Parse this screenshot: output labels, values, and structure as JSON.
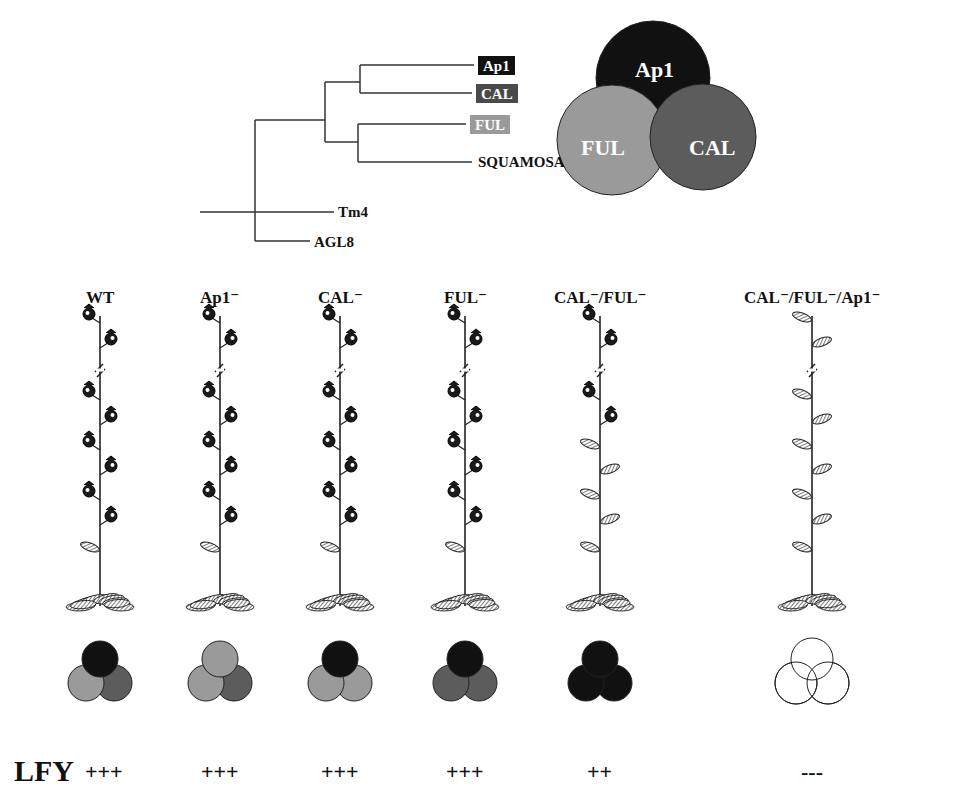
{
  "diagram": {
    "nodes": [
      {
        "text": [
          "Ap1"
        ]
      },
      {
        "text": [
          "CAL"
        ]
      },
      {
        "text": [
          "FUL"
        ]
      },
      {
        "text": [
          "Ap1"
        ]
      },
      {
        "text": [
          "FUL"
        ]
      },
      {
        "text": [
          "CAL"
        ]
      }
    ],
    "labels": [
      "SQUAMOSA",
      "Tm4",
      "AGL8",
      "WT",
      "Ap1⁻",
      "CAL⁻",
      "FUL⁻",
      "CAL⁻/FUL⁻",
      "CAL⁻/FUL⁻/Ap1⁻",
      "LFY",
      "+++",
      "+++",
      "+++",
      "+++",
      "++",
      "---"
    ]
  }
}
